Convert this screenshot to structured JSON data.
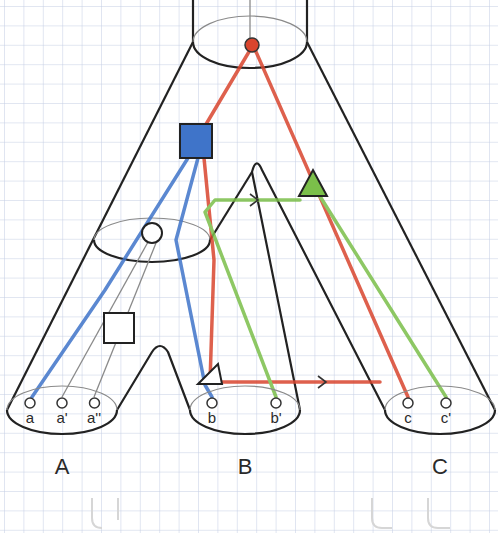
{
  "diagram": {
    "nodes": [
      {
        "text": [
          "A"
        ]
      },
      {
        "text": [
          "B"
        ]
      },
      {
        "text": [
          "C"
        ]
      },
      {
        "text": [
          "a"
        ],
        "in": 0
      },
      {
        "text": [
          "a'"
        ],
        "in": 0
      },
      {
        "text": [
          "a''"
        ],
        "in": 0
      },
      {
        "text": [
          "b"
        ],
        "in": 1
      },
      {
        "text": [
          "b'"
        ],
        "in": 1
      },
      {
        "text": [
          "c"
        ],
        "in": 2
      },
      {
        "text": [
          "c'"
        ],
        "in": 2
      }
    ]
  }
}
